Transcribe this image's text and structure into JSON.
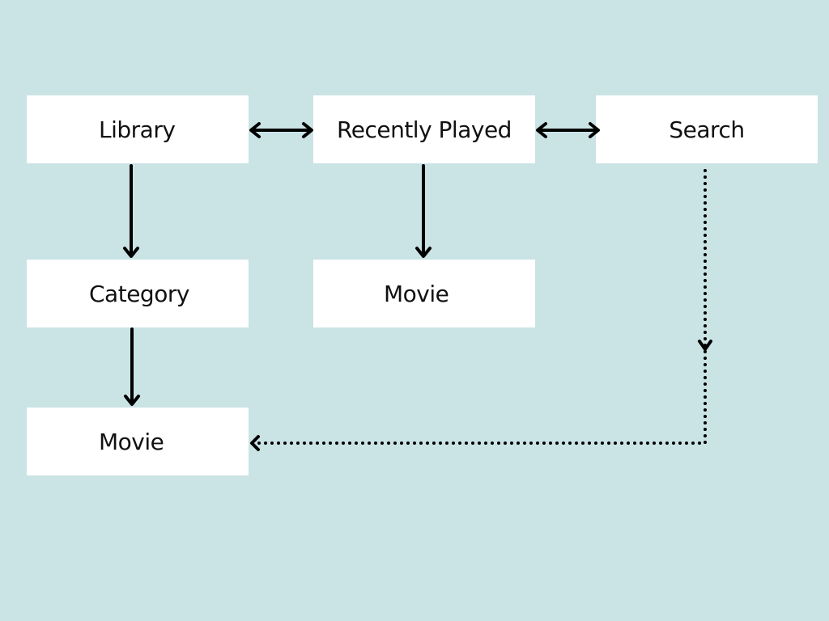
{
  "colors": {
    "background": "#cae3e5",
    "node_fill": "#ffffff",
    "text": "#111111",
    "line": "#000000"
  },
  "nodes": {
    "library": "Library",
    "recently_played": "Recently Played",
    "search": "Search",
    "category": "Category",
    "movie_recent": "Movie",
    "movie_library": "Movie"
  }
}
